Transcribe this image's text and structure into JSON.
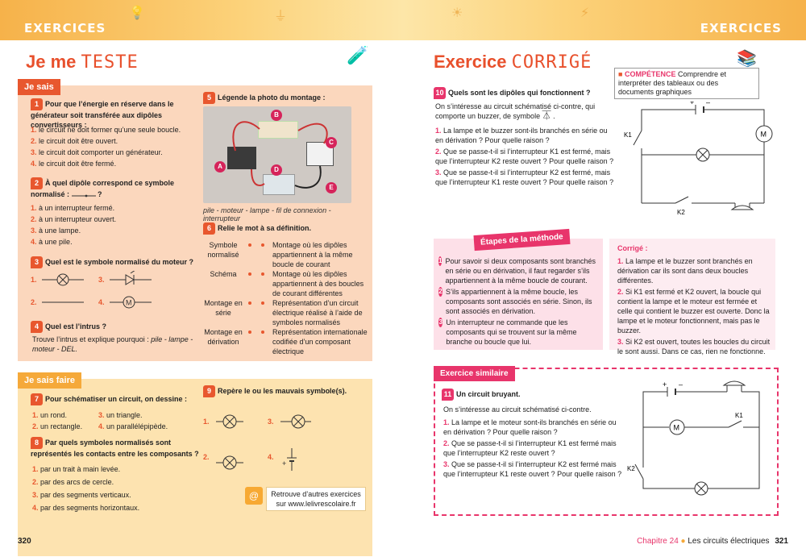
{
  "banner": {
    "left_label": "EXERCICES",
    "right_label": "EXERCICES"
  },
  "left": {
    "heading_a": "Je me",
    "heading_b": "TESTE",
    "je_sais": {
      "label": "Je sais",
      "q1": {
        "num": "1",
        "text": "Pour que l’énergie en réserve dans le générateur soit transférée aux dipôles convertisseurs :",
        "options": [
          "le circuit ne doit former qu’une seule boucle.",
          "le circuit doit être ouvert.",
          "le circuit doit comporter un générateur.",
          "le circuit doit être fermé."
        ]
      },
      "q2": {
        "num": "2",
        "text": "À quel dipôle correspond ce symbole normalisé :",
        "options": [
          "à un interrupteur fermé.",
          "à un interrupteur ouvert.",
          "à une lampe.",
          "à une pile."
        ]
      },
      "q3": {
        "num": "3",
        "text": "Quel est le symbole normalisé du moteur ?"
      },
      "q4": {
        "num": "4",
        "text": "Quel est l’intrus ?",
        "body": "Trouve l’intrus et explique pourquoi :",
        "body_italic": "pile - lampe - moteur - DEL."
      },
      "q5": {
        "num": "5",
        "text": "Légende la photo du montage :",
        "caption": "pile - moteur - lampe - fil de connexion - interrupteur",
        "marks": [
          "A",
          "B",
          "C",
          "D",
          "E"
        ]
      },
      "q6": {
        "num": "6",
        "text": "Relie le mot à sa définition.",
        "words": [
          "Symbole normalisé",
          "Schéma",
          "Montage en série",
          "Montage en dérivation"
        ],
        "definitions": [
          "Montage où les dipôles appartiennent à la même boucle de courant",
          "Montage où les dipôles appartiennent à des boucles de courant différentes",
          "Représentation d’un circuit électrique réalisé à l’aide de symboles normalisés",
          "Représentation internationale codifiée d’un composant électrique"
        ]
      }
    },
    "je_sais_faire": {
      "label": "Je sais faire",
      "q7": {
        "num": "7",
        "text": "Pour schématiser un circuit, on dessine :",
        "options": [
          "un rond.",
          "un triangle.",
          "un rectangle.",
          "un parallélépipède."
        ]
      },
      "q8": {
        "num": "8",
        "text": "Par quels symboles normalisés sont représentés les contacts entre les composants ?",
        "options": [
          "par un trait à main levée.",
          "par des arcs de cercle.",
          "par des segments verticaux.",
          "par des segments horizontaux."
        ]
      },
      "q9": {
        "num": "9",
        "text": "Repère le ou les mauvais symbole(s)."
      },
      "retrouve": "Retrouve d’autres exercices sur www.lelivrescolaire.fr"
    },
    "page_number": "320"
  },
  "right": {
    "heading_a": "Exercice",
    "heading_b": "CORRIGÉ",
    "competence_label": "COMPÉTENCE",
    "competence_text": "Comprendre et interpréter des tableaux ou des documents graphiques",
    "q10": {
      "num": "10",
      "title": "Quels sont les dipôles qui fonctionnent ?",
      "intro": "On s’intéresse au circuit schématisé ci-contre, qui comporte un buzzer, de symbole",
      "items": [
        "La lampe et le buzzer sont-ils branchés en série ou en dérivation ? Pour quelle raison ?",
        "Que se passe-t-il si l’interrupteur K1 est fermé, mais que l’interrupteur K2 reste ouvert ? Pour quelle raison ?",
        "Que se passe-t-il si l’interrupteur K2 est fermé, mais que l’interrupteur K1 reste ouvert ? Pour quelle raison ?"
      ]
    },
    "etapes": {
      "title": "Étapes de la méthode",
      "steps": [
        "Pour savoir si deux composants sont branchés en série ou en dérivation, il faut regarder s’ils appartiennent à la même boucle de courant.",
        "S’ils appartiennent à la même boucle, les composants sont associés en série. Sinon, ils sont associés en dérivation.",
        "Un interrupteur ne commande que les composants qui se trouvent sur la même branche ou boucle que lui."
      ]
    },
    "corrige": {
      "title": "Corrigé :",
      "items": [
        "La lampe et le buzzer sont branchés en dérivation car ils sont dans deux boucles différentes.",
        "Si K1 est fermé et K2 ouvert, la boucle qui contient la lampe et le moteur est fermée et celle qui contient le buzzer est ouverte. Donc la lampe et le moteur fonctionnent, mais pas le buzzer.",
        "Si K2 est ouvert, toutes les boucles du circuit le sont aussi. Dans ce cas, rien ne fonctionne."
      ]
    },
    "similaire": {
      "label": "Exercice similaire",
      "num": "11",
      "title": "Un circuit bruyant.",
      "intro": "On s’intéresse au circuit schématisé ci-contre.",
      "items": [
        "La lampe et le moteur sont-ils branchés en série ou en dérivation ? Pour quelle raison ?",
        "Que se passe-t-il si l’interrupteur K1 est fermé mais que l’interrupteur K2 reste ouvert ?",
        "Que se passe-t-il si l’interrupteur K2 est fermé mais que l’interrupteur K1 reste ouvert ? Pour quelle raison ?"
      ]
    },
    "footer_chapter": "Chapitre 24",
    "footer_title": "Les circuits électriques",
    "page_number": "321"
  },
  "labels": {
    "m": "M",
    "k1": "K1",
    "k2": "K2",
    "plus": "+",
    "minus": "–"
  },
  "colors": {
    "orange": "#e8572e",
    "pink": "#e8356b",
    "pale_orange": "#fbd7bd",
    "pale_yellow": "#fde3b0"
  }
}
